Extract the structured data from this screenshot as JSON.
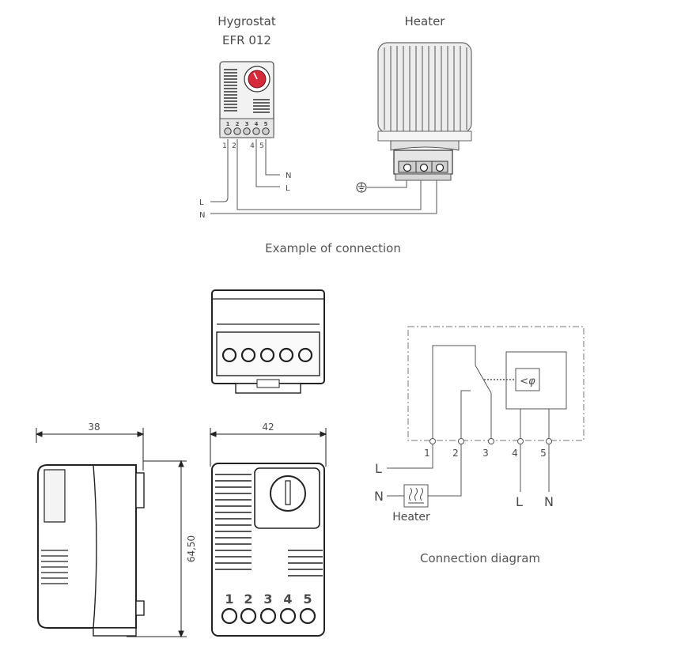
{
  "connection_example": {
    "hygrostat_title_line1": "Hygrostat",
    "hygrostat_title_line2": "EFR 012",
    "heater_title": "Heater",
    "terminal_numbers": [
      "1",
      "2",
      "3",
      "4",
      "5"
    ],
    "wire_labels": {
      "l_left": "L",
      "n_left": "N",
      "n_right": "N",
      "l_right": "L"
    },
    "caption": "Example of connection"
  },
  "dimensions": {
    "depth": "38",
    "width": "42",
    "height": "64,50",
    "front_terminal_numbers": [
      "1",
      "2",
      "3",
      "4",
      "5"
    ]
  },
  "connection_diagram": {
    "terminal_numbers": [
      "1",
      "2",
      "3",
      "4",
      "5"
    ],
    "line_labels": {
      "l_input": "L",
      "n_input": "N",
      "l_output": "L",
      "n_output": "N"
    },
    "heater_label": "Heater",
    "caption": "Connection diagram"
  }
}
